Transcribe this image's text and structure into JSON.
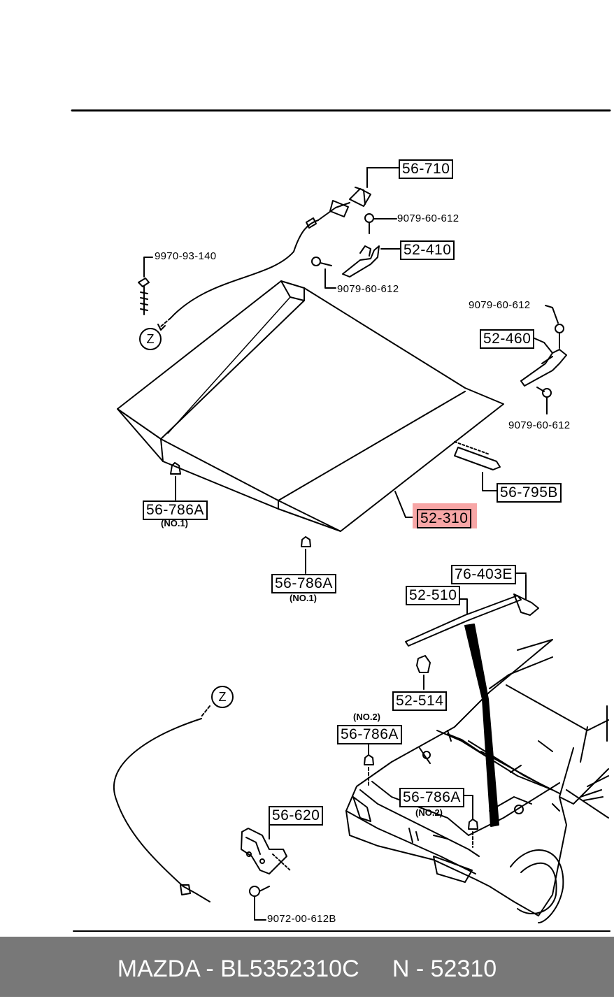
{
  "parts": {
    "p56_710": "56-710",
    "p52_410": "52-410",
    "p52_460": "52-460",
    "p52_310": "52-310",
    "p56_795B": "56-795B",
    "p56_786A_left": "56-786A",
    "p56_786A_center": "56-786A",
    "p76_403E": "76-403E",
    "p52_510": "52-510",
    "p52_514": "52-514",
    "p56_786A_lower": "56-786A",
    "p56_786A_engine": "56-786A",
    "p56_620": "56-620"
  },
  "fasteners": {
    "f9079_a": "9079-60-612",
    "f9079_b": "9079-60-612",
    "f9079_c": "9079-60-612",
    "f9079_d": "9079-60-612",
    "f9970": "9970-93-140",
    "f9072": "9072-00-612B"
  },
  "notes": {
    "no1_left": "(NO.1)",
    "no1_center": "(NO.1)",
    "no2_lower": "(NO.2)",
    "no2_engine": "(NO.2)"
  },
  "refs": {
    "z_top": "Z",
    "z_bottom": "Z"
  },
  "highlight": {
    "part": "52-310",
    "color": "#f7a6a6"
  },
  "footer": {
    "text": "MAZDA - BL5352310C     N - 52310",
    "background": "#787878"
  }
}
